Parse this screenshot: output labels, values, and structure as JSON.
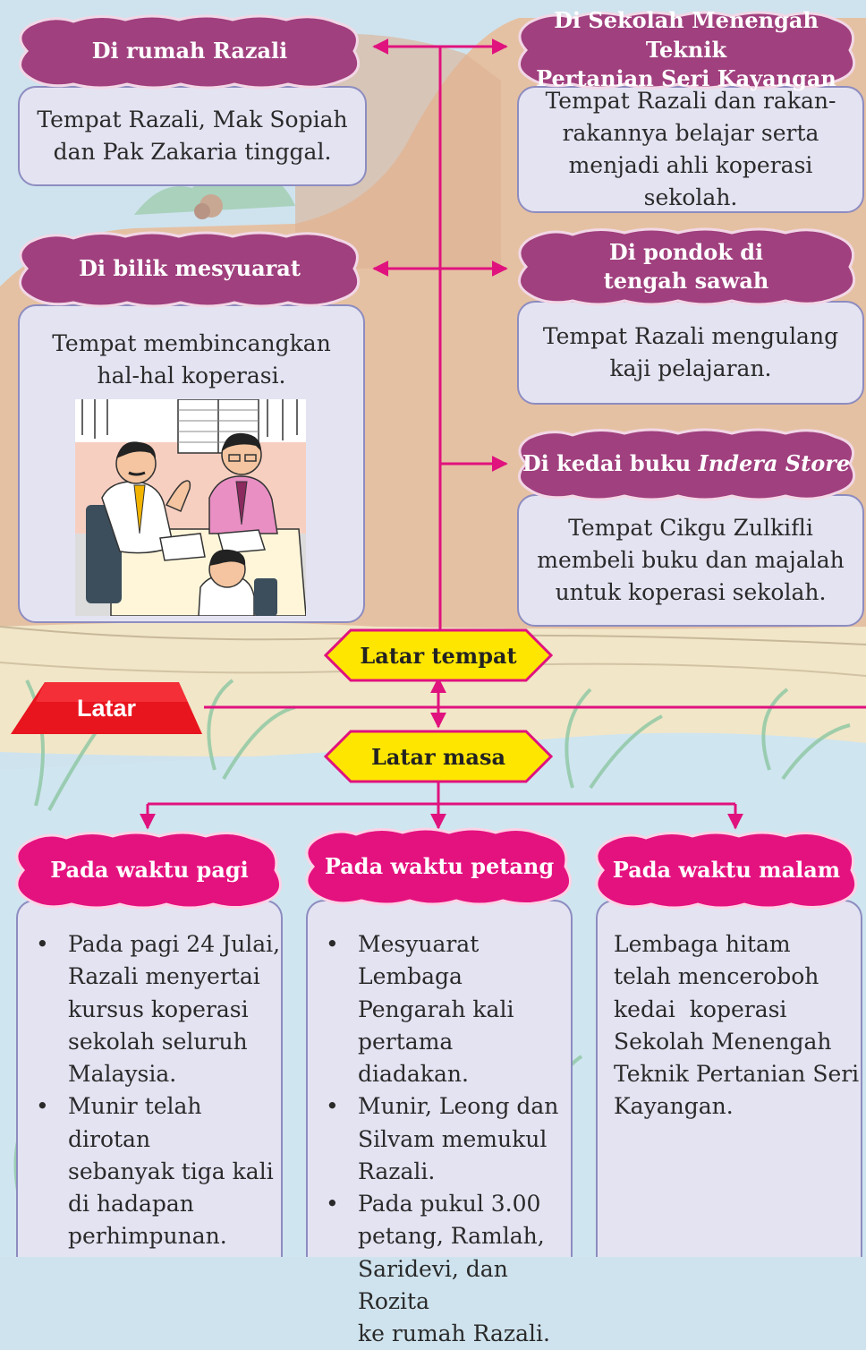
{
  "colors": {
    "place_cloud": "#a0407e",
    "time_cloud": "#e4127f",
    "box_fill": "#e4e3f2",
    "connector": "#e0127e",
    "hexagon": "#ffe600",
    "latar": "#e8141e"
  },
  "latar": {
    "label": "Latar"
  },
  "latar_tempat": {
    "label": "Latar tempat",
    "places": [
      {
        "title_lines": [
          "Di rumah Razali"
        ],
        "desc_lines": [
          "Tempat Razali, Mak Sopiah",
          "dan Pak Zakaria tinggal."
        ]
      },
      {
        "title_lines": [
          "Di Sekolah Menengah Teknik",
          "Pertanian Seri Kayangan"
        ],
        "desc_lines": [
          "Tempat Razali dan rakan-",
          "rakannya belajar serta",
          "menjadi ahli koperasi sekolah."
        ]
      },
      {
        "title_lines": [
          "Di bilik mesyuarat"
        ],
        "desc_lines": [
          "Tempat membincangkan",
          "hal-hal koperasi."
        ]
      },
      {
        "title_lines": [
          "Di pondok di",
          "tengah sawah"
        ],
        "desc_lines": [
          "Tempat Razali mengulang",
          "kaji pelajaran."
        ]
      },
      {
        "title_prefix": "Di kedai buku ",
        "title_italic": "Indera Store",
        "desc_lines": [
          "Tempat Cikgu Zulkifli",
          "membeli buku dan majalah",
          "untuk koperasi sekolah."
        ]
      }
    ]
  },
  "latar_masa": {
    "label": "Latar masa",
    "times": [
      {
        "title": "Pada waktu pagi",
        "bullets": [
          [
            "Pada pagi 24 Julai,",
            "Razali menyertai",
            "kursus koperasi",
            "sekolah seluruh",
            "Malaysia."
          ],
          [
            "Munir telah dirotan",
            "sebanyak tiga kali",
            "di hadapan",
            "perhimpunan."
          ]
        ]
      },
      {
        "title": "Pada waktu petang",
        "bullets": [
          [
            "Mesyuarat Lembaga",
            "Pengarah kali",
            "pertama diadakan."
          ],
          [
            "Munir, Leong dan",
            "Silvam memukul",
            "Razali."
          ],
          [
            "Pada pukul 3.00",
            "petang, Ramlah,",
            "Saridevi, dan Rozita",
            "ke rumah Razali."
          ]
        ]
      },
      {
        "title": "Pada waktu malam",
        "paragraph_lines": [
          "Lembaga hitam",
          "telah menceroboh",
          "kedai  koperasi",
          "Sekolah Menengah",
          "Teknik Pertanian Seri",
          "Kayangan."
        ]
      }
    ]
  }
}
